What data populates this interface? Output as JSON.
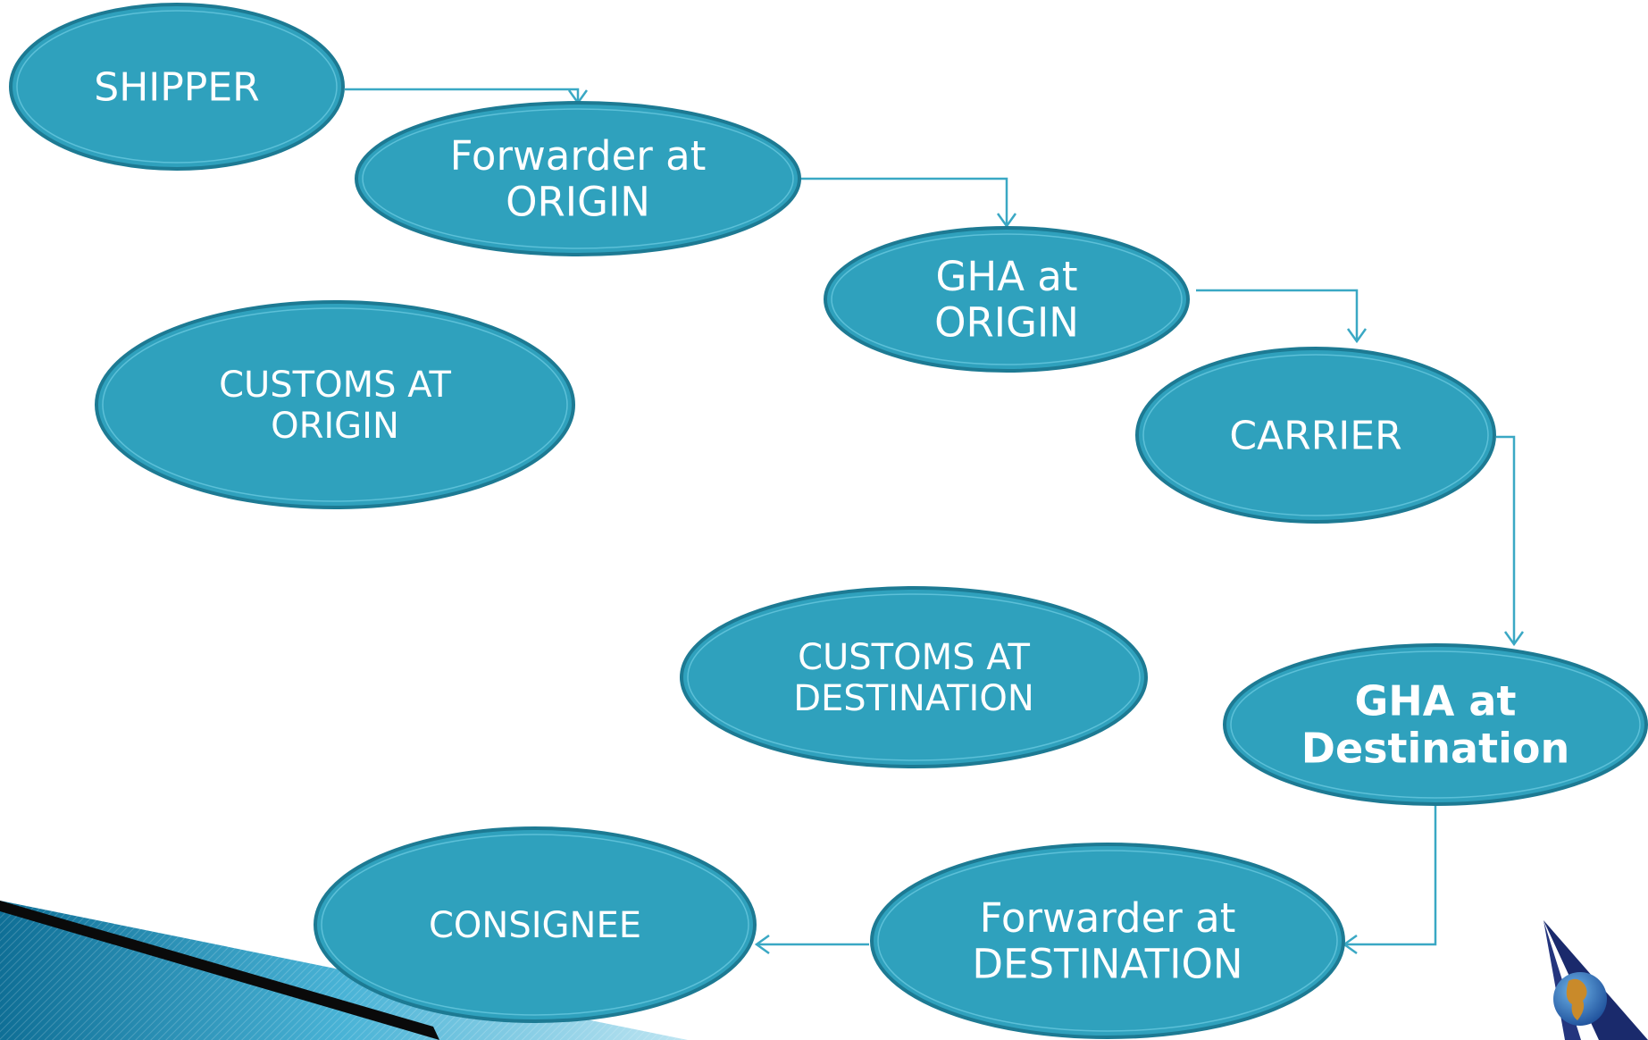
{
  "diagram": {
    "nodes": [
      {
        "id": "shipper",
        "lines": [
          "SHIPPER"
        ],
        "bold": false
      },
      {
        "id": "forwarder-origin",
        "lines": [
          "Forwarder at",
          "ORIGIN"
        ],
        "bold": false
      },
      {
        "id": "gha-origin",
        "lines": [
          "GHA at",
          "ORIGIN"
        ],
        "bold": false
      },
      {
        "id": "customs-origin",
        "lines": [
          "CUSTOMS AT",
          "ORIGIN"
        ],
        "bold": false
      },
      {
        "id": "carrier",
        "lines": [
          "CARRIER"
        ],
        "bold": false
      },
      {
        "id": "customs-destination",
        "lines": [
          "CUSTOMS AT",
          "DESTINATION"
        ],
        "bold": false
      },
      {
        "id": "gha-destination",
        "lines": [
          "GHA at",
          "Destination"
        ],
        "bold": true
      },
      {
        "id": "consignee",
        "lines": [
          "CONSIGNEE"
        ],
        "bold": false
      },
      {
        "id": "forwarder-destination",
        "lines": [
          "Forwarder at",
          "DESTINATION"
        ],
        "bold": false
      }
    ],
    "edges": [
      {
        "from": "shipper",
        "to": "forwarder-origin"
      },
      {
        "from": "forwarder-origin",
        "to": "gha-origin"
      },
      {
        "from": "gha-origin",
        "to": "carrier"
      },
      {
        "from": "carrier",
        "to": "gha-destination"
      },
      {
        "from": "gha-destination",
        "to": "forwarder-destination"
      },
      {
        "from": "forwarder-destination",
        "to": "consignee"
      }
    ]
  },
  "colors": {
    "node_fill": "#2fa1bd",
    "node_stroke": "#1d7a93",
    "connector": "#3aa8c4",
    "text": "#ffffff",
    "ribbon_dark": "#0a0a0a",
    "ribbon_blue": "#1b8fb8",
    "logo_navy": "#1a2a6c"
  }
}
